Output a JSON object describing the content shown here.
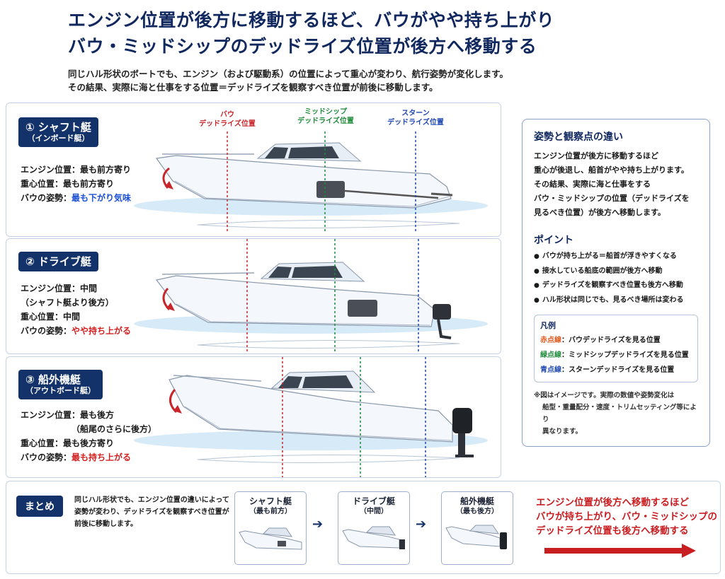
{
  "title": {
    "line1": "エンジン位置が後方に移動するほど、バウがやや持ち上がり",
    "line2": "バウ・ミッドシップのデッドライズ位置が後方へ移動する"
  },
  "intro": {
    "line1": "同じハル形状のボートでも、エンジン（および駆動系）の位置によって重心が変わり、航行姿勢が変化します。",
    "line2": "その結果、実際に海と仕事をする位置＝デッドライズを観察すべき位置が前後に移動します。"
  },
  "markers": {
    "bow": {
      "l1": "バウ",
      "l2": "デッドライズ位置"
    },
    "mid": {
      "l1": "ミッドシップ",
      "l2": "デッドライズ位置"
    },
    "stern": {
      "l1": "スターン",
      "l2": "デッドライズ位置"
    }
  },
  "panels": [
    {
      "title": "① シャフト艇",
      "subtitle": "（インボード艇）",
      "lines": [
        {
          "label": "エンジン位置：",
          "value": "最も前方寄り",
          "tone": ""
        },
        {
          "label": "重心位置：",
          "value": "最も前方寄り",
          "tone": ""
        },
        {
          "label": "バウの姿勢：",
          "value": "最も下がり気味",
          "tone": "blue"
        }
      ]
    },
    {
      "title": "② ドライブ艇",
      "subtitle": "",
      "lines": [
        {
          "label": "エンジン位置：",
          "value": "中間",
          "tone": ""
        },
        {
          "label": "",
          "value": "（シャフト艇より後方）",
          "tone": ""
        },
        {
          "label": "重心位置：",
          "value": "中間",
          "tone": ""
        },
        {
          "label": "バウの姿勢：",
          "value": "やや持ち上がる",
          "tone": "red"
        }
      ]
    },
    {
      "title": "③ 船外機艇",
      "subtitle": "（アウトボード艇）",
      "lines": [
        {
          "label": "エンジン位置：",
          "value": "最も後方",
          "tone": ""
        },
        {
          "label": "",
          "value": "（船尾のさらに後方）",
          "tone": "indent"
        },
        {
          "label": "重心位置：",
          "value": "最も後方寄り",
          "tone": ""
        },
        {
          "label": "バウの姿勢：",
          "value": "最も持ち上がる",
          "tone": "red"
        }
      ]
    }
  ],
  "side": {
    "heading": "姿勢と観察点の違い",
    "text": [
      "エンジン位置が後方に移動するほど",
      "重心が後退し、船首がやや持ち上がります。",
      "その結果、実際に海と仕事をする",
      "バウ・ミッドシップの位置（デッドライズを",
      "見るべき位置）が後方へ移動します。"
    ],
    "points_heading": "ポイント",
    "points": [
      "バウが持ち上がる＝船首が浮きやすくなる",
      "接水している船底の範囲が後方へ移動",
      "デッドライズを観察すべき位置も後方へ移動",
      "ハル形状は同じでも、見るべき場所は変わる"
    ],
    "legend_heading": "凡例",
    "legend": [
      {
        "key": "赤点線",
        "desc": "：バウデッドライズを見る位置",
        "tone": "lr"
      },
      {
        "key": "緑点線",
        "desc": "：ミッドシップデッドライズを見る位置",
        "tone": "lg"
      },
      {
        "key": "青点線",
        "desc": "：スターンデッドライズを見る位置",
        "tone": "lb"
      }
    ],
    "note": [
      "※図はイメージです。実際の数値や姿勢変化は",
      "船型・重量配分・速度・トリムセッティング等により",
      "異なります。"
    ]
  },
  "summary": {
    "badge": "まとめ",
    "text": [
      "同じハル形状でも、エンジン位置の違いによって",
      "姿勢が変わり、デッドライズを観察すべき位置が",
      "前後に移動します。"
    ],
    "steps": [
      {
        "title": "シャフト艇",
        "sub": "（最も前方）"
      },
      {
        "title": "ドライブ艇",
        "sub": "（中間）"
      },
      {
        "title": "船外機艇",
        "sub": "（最も後方）"
      }
    ],
    "conclusion": [
      "エンジン位置が後方へ移動するほど",
      "バウが持ち上がり、バウ・ミッドシップの",
      "デッドライズ位置も後方へ移動する"
    ]
  },
  "colors": {
    "navy": "#14326a",
    "bow_line": "#c8262b",
    "mid_line": "#1f8a3a",
    "stern_line": "#1e48b0",
    "water": "#d6eaf7"
  }
}
